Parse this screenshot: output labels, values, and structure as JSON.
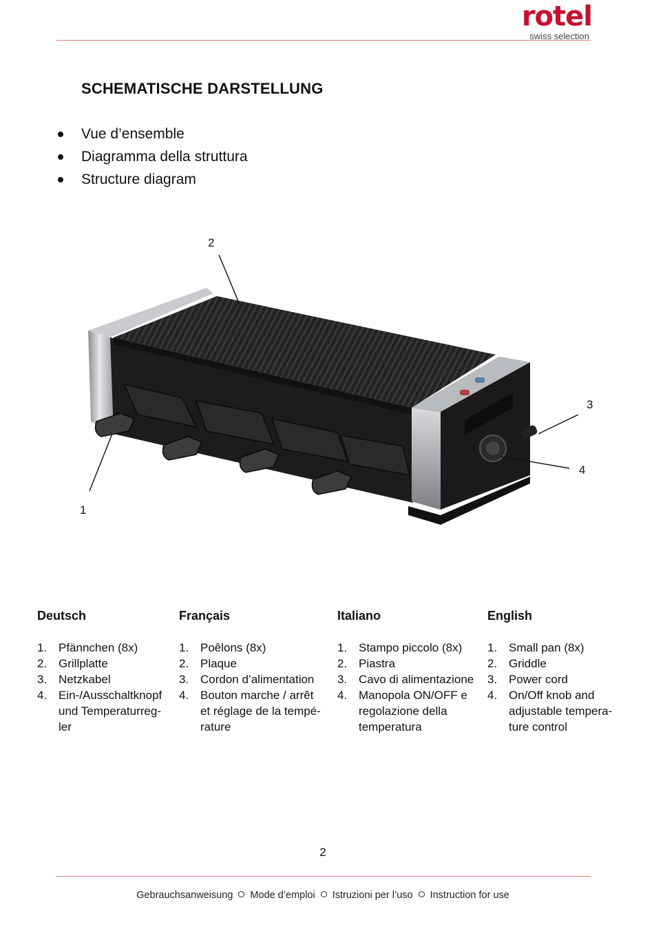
{
  "header": {
    "logo_word": "rotel",
    "logo_sub": "swiss selection",
    "brand_color": "#c8102e"
  },
  "title": "SCHEMATISCHE DARSTELLUNG",
  "bullets": [
    "Vue d’ensemble",
    "Diagramma della struttura",
    "Structure diagram"
  ],
  "callouts": [
    "1",
    "2",
    "3",
    "4"
  ],
  "languages": [
    {
      "heading": "Deutsch",
      "items": [
        {
          "num": "1.",
          "text": "Pfännchen (8x)"
        },
        {
          "num": "2.",
          "text": "Grillplatte"
        },
        {
          "num": "3.",
          "text": "Netzkabel"
        },
        {
          "num": "4.",
          "text": "Ein-/Ausschaltknopf\nund Temperaturreg-\nler"
        }
      ]
    },
    {
      "heading": "Français",
      "items": [
        {
          "num": "1.",
          "text": "Poêlons (8x)"
        },
        {
          "num": "2.",
          "text": "Plaque"
        },
        {
          "num": "3.",
          "text": "Cordon d’alimentation"
        },
        {
          "num": "4.",
          "text": "Bouton marche / arrêt\net réglage de la tempé-\nrature"
        }
      ]
    },
    {
      "heading": "Italiano",
      "items": [
        {
          "num": "1.",
          "text": "Stampo piccolo (8x)"
        },
        {
          "num": "2.",
          "text": "Piastra"
        },
        {
          "num": "3.",
          "text": "Cavo di alimentazione"
        },
        {
          "num": "4.",
          "text": "Manopola ON/OFF e\nregolazione della\ntemperatura"
        }
      ]
    },
    {
      "heading": "English",
      "items": [
        {
          "num": "1.",
          "text": "Small pan (8x)"
        },
        {
          "num": "2.",
          "text": "Griddle"
        },
        {
          "num": "3.",
          "text": "Power cord"
        },
        {
          "num": "4.",
          "text": "On/Off knob and\nadjustable tempera-\nture control"
        }
      ]
    }
  ],
  "page_number": "2",
  "footer": [
    "Gebrauchsanweisung",
    "Mode d’emploi",
    "Istruzioni per l’uso",
    "Instruction for use"
  ]
}
